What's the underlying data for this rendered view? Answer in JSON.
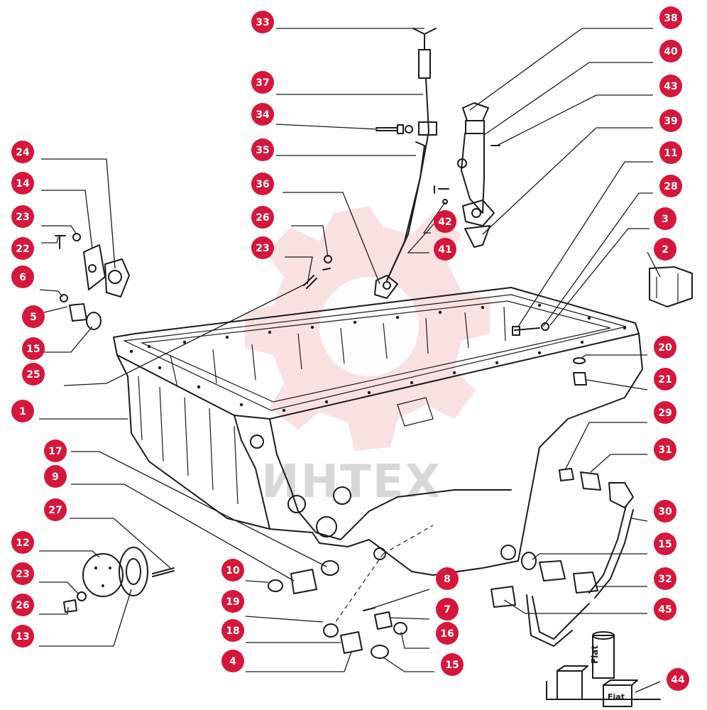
{
  "watermark": {
    "text": "ИНТЕХ",
    "color": "#d8d8d8",
    "logo_color": "#f6c9c9"
  },
  "badge_color": "#d6163a",
  "callouts": [
    {
      "label": "33"
    },
    {
      "label": "37"
    },
    {
      "label": "34"
    },
    {
      "label": "35"
    },
    {
      "label": "36"
    },
    {
      "label": "26"
    },
    {
      "label": "23"
    },
    {
      "label": "24"
    },
    {
      "label": "14"
    },
    {
      "label": "23"
    },
    {
      "label": "22"
    },
    {
      "label": "6"
    },
    {
      "label": "5"
    },
    {
      "label": "15"
    },
    {
      "label": "25"
    },
    {
      "label": "1"
    },
    {
      "label": "17"
    },
    {
      "label": "9"
    },
    {
      "label": "27"
    },
    {
      "label": "12"
    },
    {
      "label": "23"
    },
    {
      "label": "26"
    },
    {
      "label": "13"
    },
    {
      "label": "10"
    },
    {
      "label": "19"
    },
    {
      "label": "18"
    },
    {
      "label": "4"
    },
    {
      "label": "38"
    },
    {
      "label": "40"
    },
    {
      "label": "43"
    },
    {
      "label": "39"
    },
    {
      "label": "11"
    },
    {
      "label": "28"
    },
    {
      "label": "3"
    },
    {
      "label": "2"
    },
    {
      "label": "42"
    },
    {
      "label": "41"
    },
    {
      "label": "20"
    },
    {
      "label": "21"
    },
    {
      "label": "29"
    },
    {
      "label": "31"
    },
    {
      "label": "30"
    },
    {
      "label": "15"
    },
    {
      "label": "32"
    },
    {
      "label": "45"
    },
    {
      "label": "8"
    },
    {
      "label": "7"
    },
    {
      "label": "16"
    },
    {
      "label": "15"
    },
    {
      "label": "44"
    }
  ],
  "packaging_labels": {
    "tube_text": "Fiat",
    "box_text": "Fiat"
  },
  "icons": {
    "badge": "number-badge-circle",
    "watermark_logo": "gear-logo"
  }
}
